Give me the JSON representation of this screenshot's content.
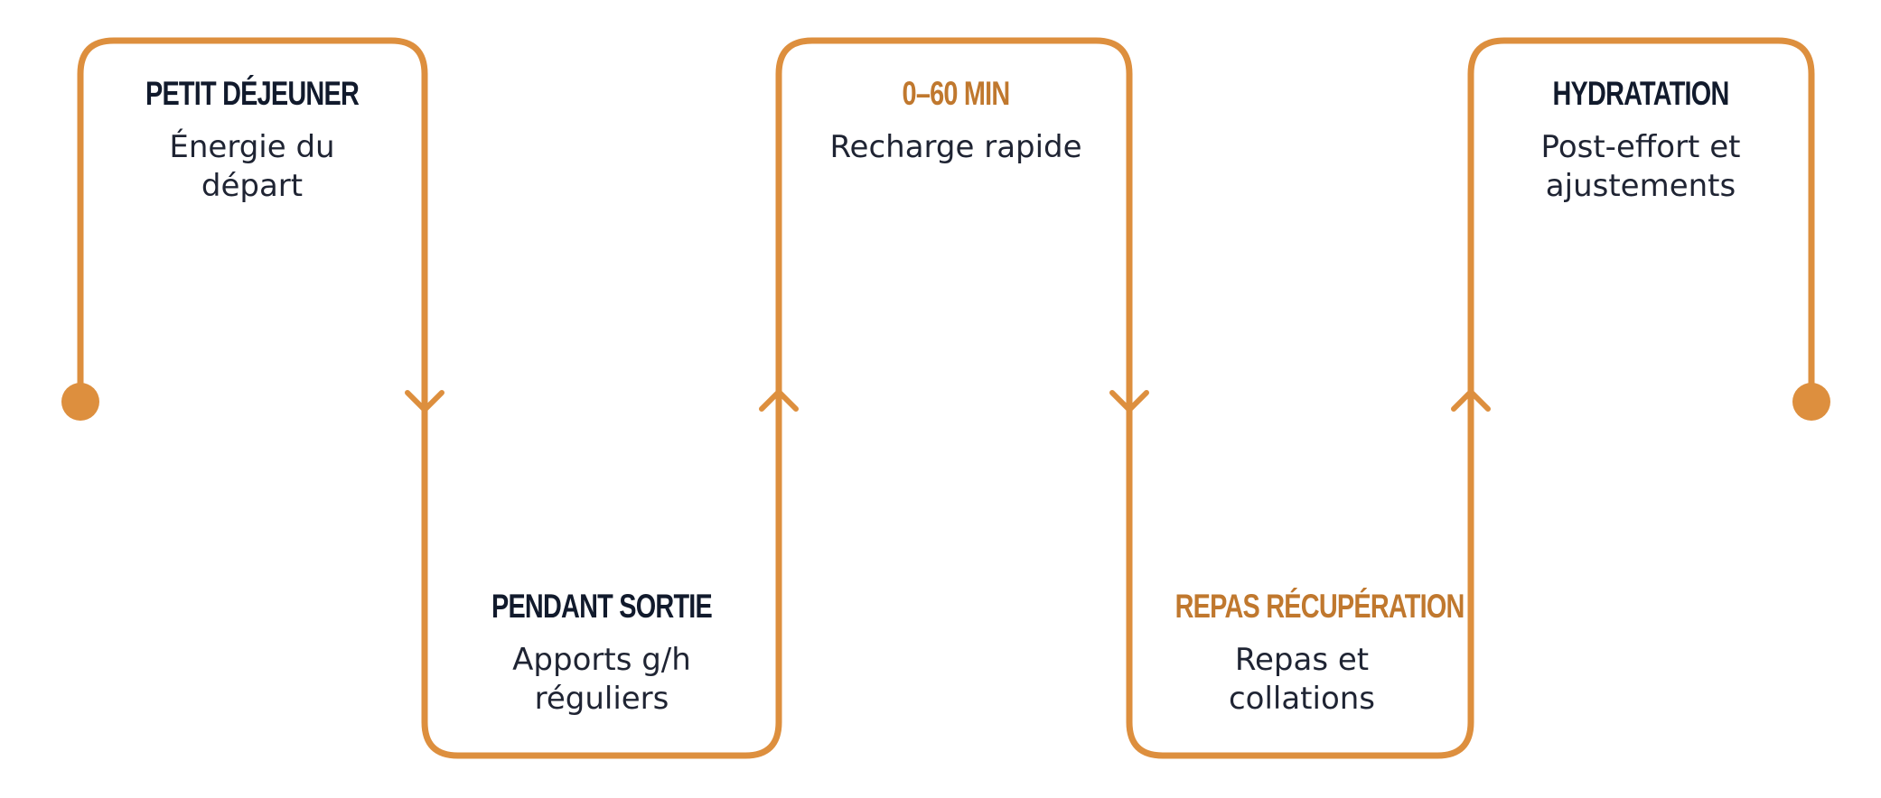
{
  "colors": {
    "line": "#dd8f3e",
    "title_dark": "#111a2c",
    "title_accent": "#c0782e",
    "text": "#1f2433"
  },
  "steps": [
    {
      "title": "PETIT DÉJEUNER",
      "description": "Énergie du départ",
      "title_color": "title_dark"
    },
    {
      "title": "PENDANT SORTIE",
      "description": "Apports g/h réguliers",
      "title_color": "title_dark"
    },
    {
      "title": "0–60 MIN",
      "description": "Recharge rapide",
      "title_color": "title_accent"
    },
    {
      "title": "REPAS RÉCUPÉRATION",
      "description": "Repas et collations",
      "title_color": "title_accent"
    },
    {
      "title": "HYDRATATION",
      "description": "Post-effort et ajustements",
      "title_color": "title_dark"
    }
  ]
}
